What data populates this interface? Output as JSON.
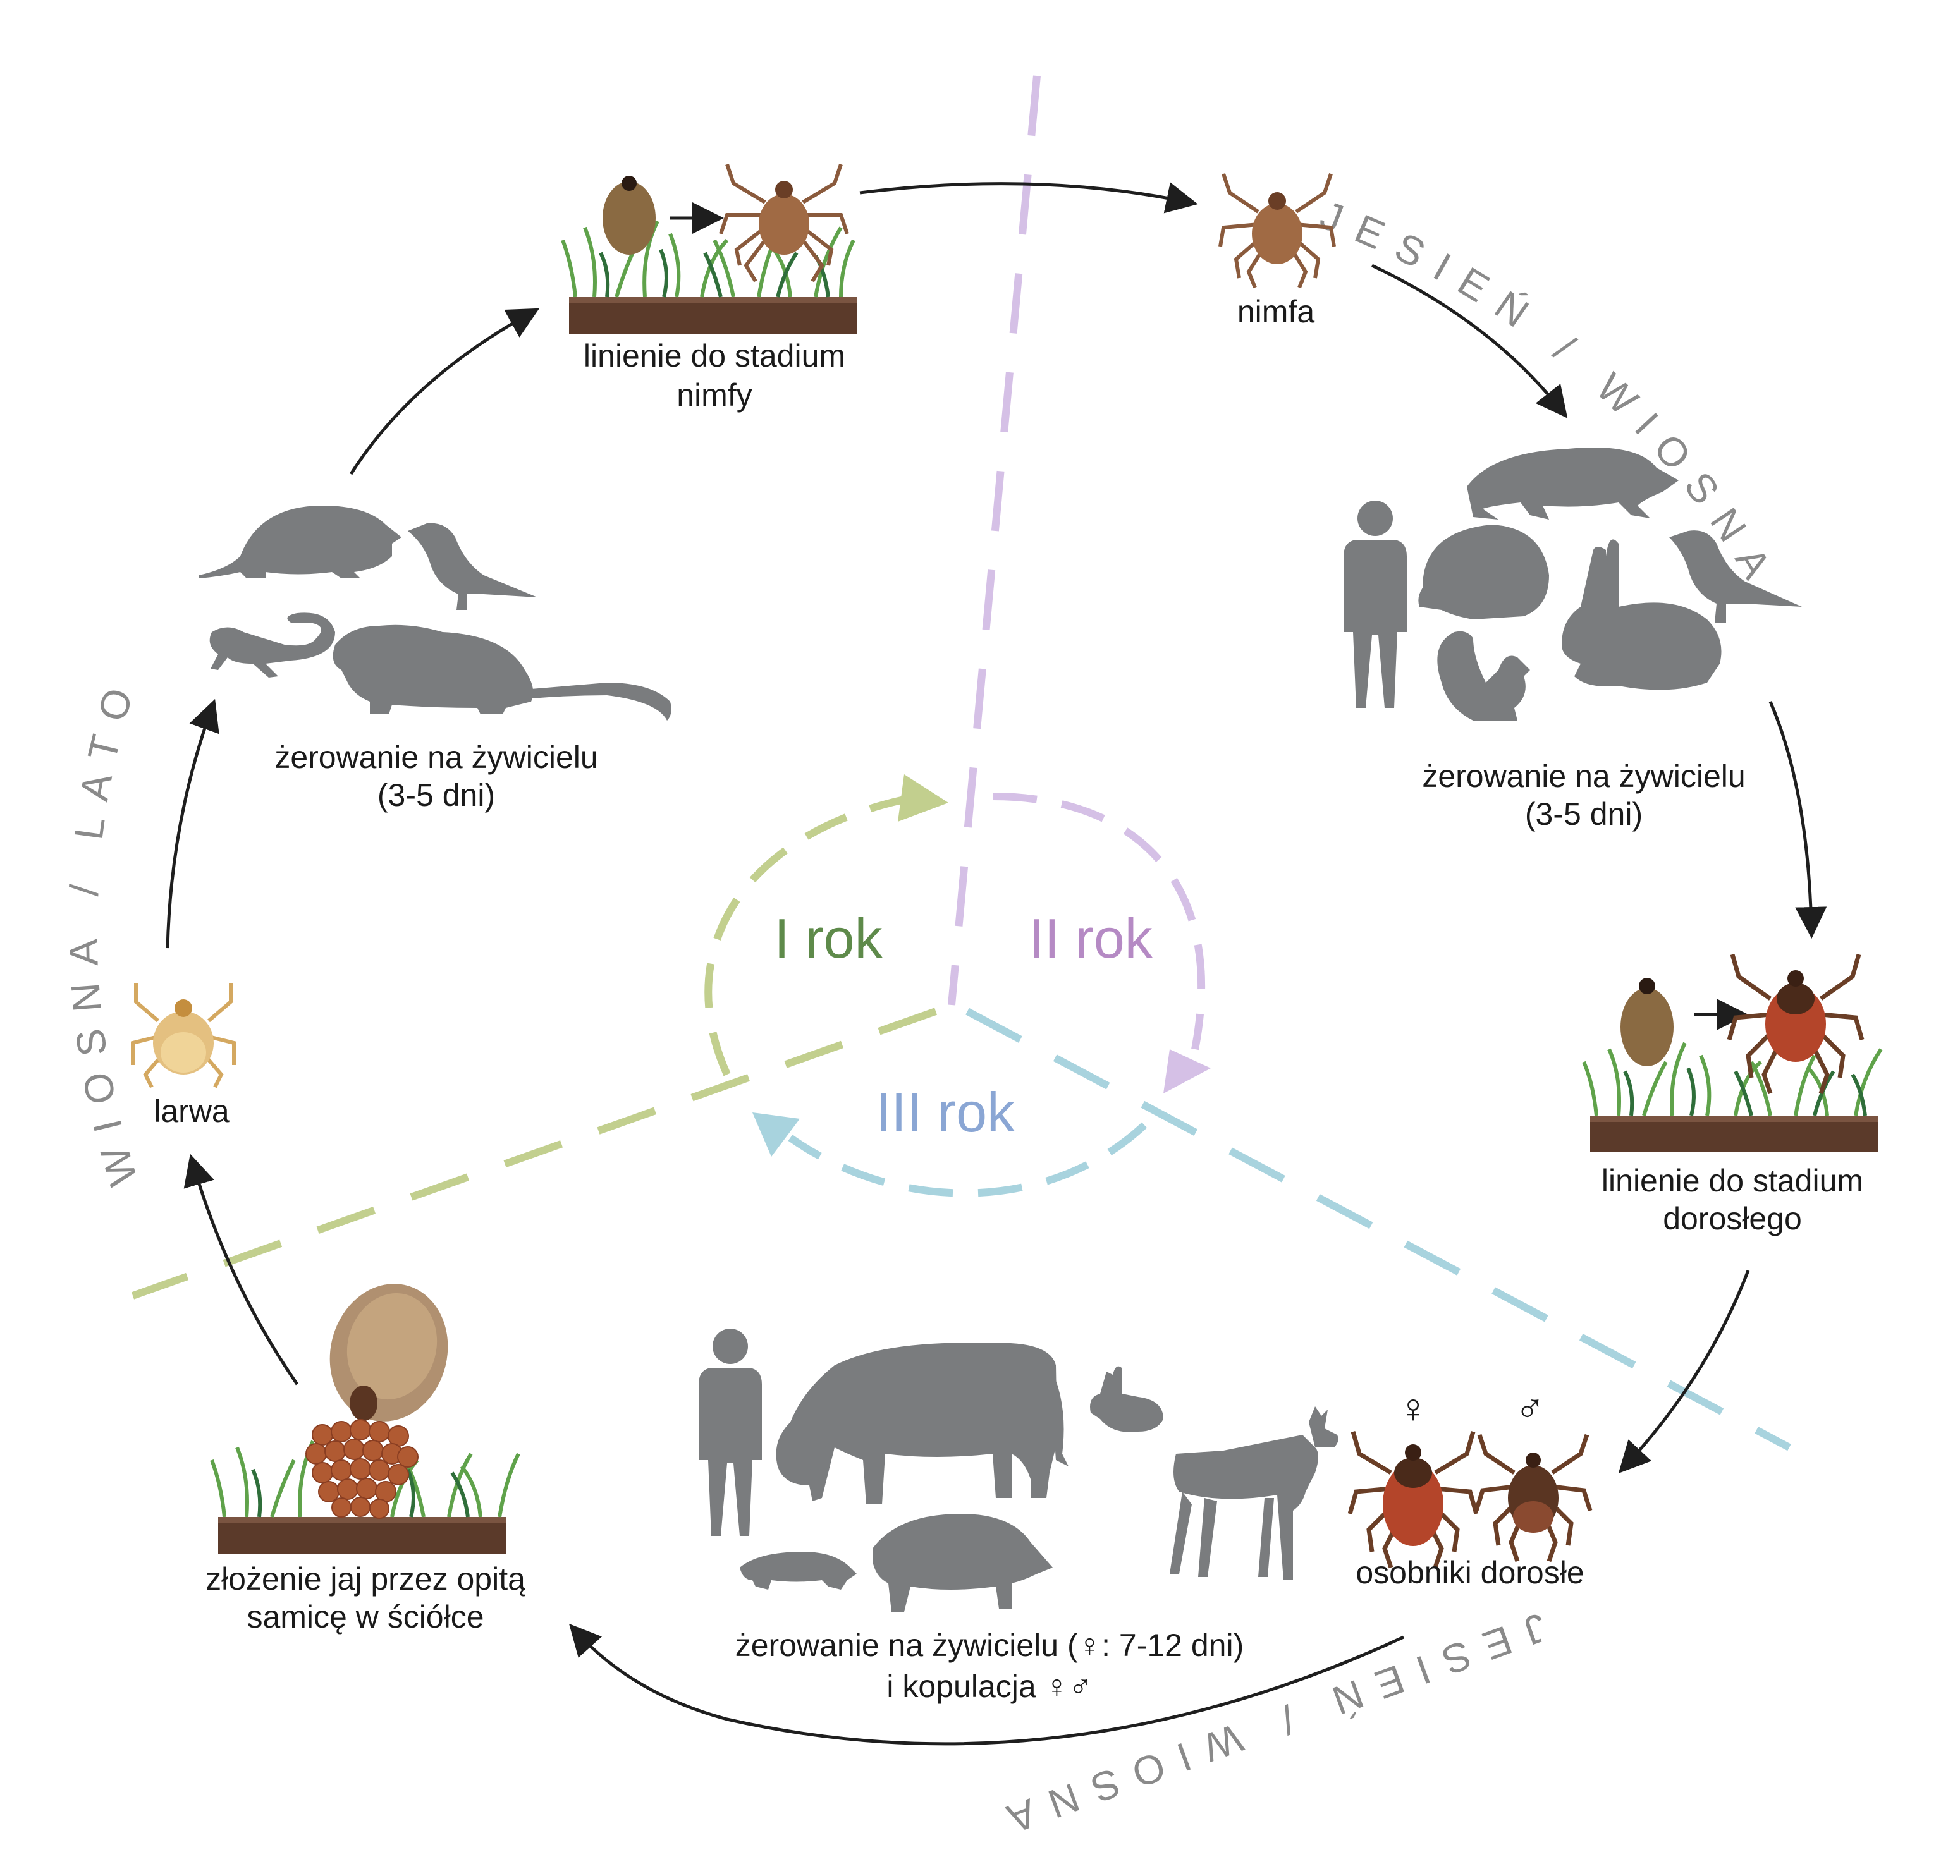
{
  "stages": {
    "molt_nymph": [
      "linienie do stadium",
      "nimfy"
    ],
    "nymph": "nimfa",
    "feed_nymph": [
      "żerowanie na żywicielu",
      "(3-5 dni)"
    ],
    "molt_adult": [
      "linienie do stadium",
      "dorosłego"
    ],
    "adults": "osobniki dorosłe",
    "feed_adult": [
      "żerowanie na żywicielu (♀: 7-12 dni)",
      "i kopulacja ♀♂"
    ],
    "eggs": [
      "złożenie jaj przez opitą",
      "samicę w ściółce"
    ],
    "larva": "larwa",
    "feed_larva": [
      "żerowanie na żywicielu",
      "(3-5 dni)"
    ]
  },
  "sex_symbols": {
    "female": "♀",
    "male": "♂"
  },
  "years": {
    "first": "I rok",
    "second": "II rok",
    "third": "III rok"
  },
  "seasons": {
    "spring_summer": "WIOSNA / LATO",
    "autumn_spring_top": "JESIEŃ / WIOSNA",
    "autumn_spring_bottom": "JESIEŃ / WIOSNA"
  },
  "colors": {
    "year1": "#5e8a4a",
    "year2": "#b58ac4",
    "year3": "#8aa6d4",
    "dash_green": "#c2cf8e",
    "dash_purple": "#d5c0e6",
    "dash_blue": "#a8d3de",
    "silhouette": "#7a7c7e",
    "soil": "#5b3a2a",
    "grass": "#5fa24a"
  }
}
